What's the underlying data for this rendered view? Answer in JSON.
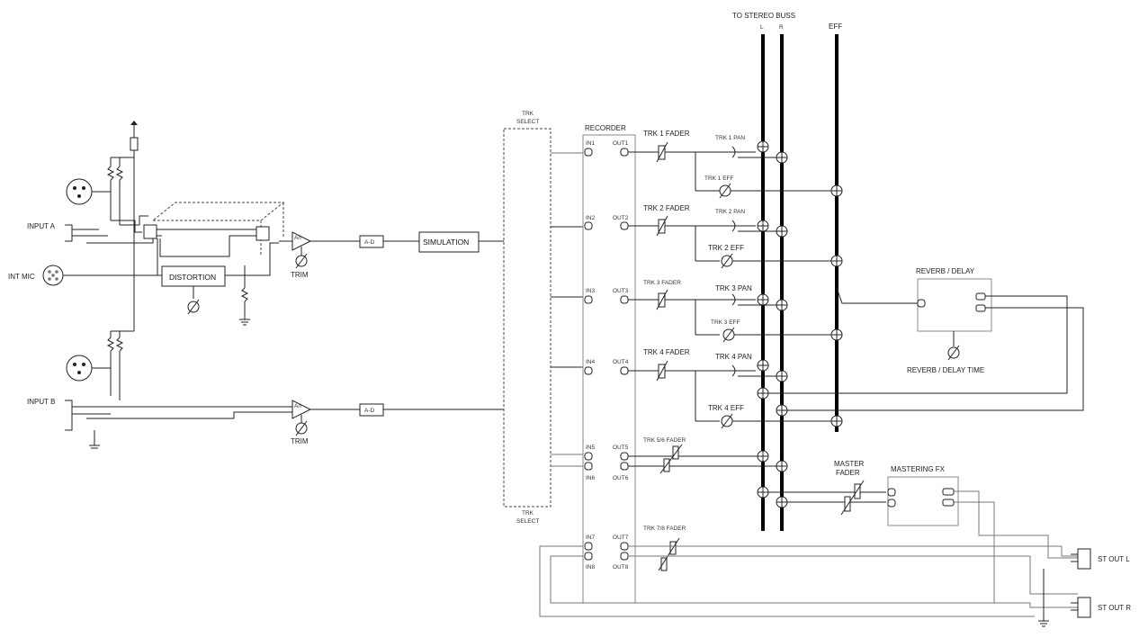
{
  "labels": {
    "to_stereo_buss": "TO STEREO BUSS",
    "bus_l": "L",
    "bus_r": "R",
    "bus_eff": "EFF",
    "input_a": "INPUT A",
    "int_mic": "INT MIC",
    "input_b": "INPUT B",
    "distortion": "DISTORTION",
    "trim_a": "TRIM",
    "trim_b": "TRIM",
    "ad_a": "A-D",
    "ad_b": "A-D",
    "simulation": "SIMULATION",
    "trk_select_1": "TRK",
    "trk_select_2": "SELECT",
    "recorder": "RECORDER",
    "in1": "IN1",
    "in2": "IN2",
    "in3": "IN3",
    "in4": "IN4",
    "in5": "IN5",
    "in6": "IN6",
    "in7": "IN7",
    "in8": "IN8",
    "out1": "OUT1",
    "out2": "OUT2",
    "out3": "OUT3",
    "out4": "OUT4",
    "out5": "OUT5",
    "out6": "OUT6",
    "out7": "OUT7",
    "out8": "OUT8",
    "trk1_fader": "TRK 1 FADER",
    "trk2_fader": "TRK 2 FADER",
    "trk3_fader": "TRK 3 FADER",
    "trk4_fader": "TRK 4 FADER",
    "trk56_fader": "TRK 5/6 FADER",
    "trk78_fader": "TRK 7/8 FADER",
    "trk1_pan": "TRK 1 PAN",
    "trk2_pan": "TRK 2 PAN",
    "trk3_pan": "TRK 3 PAN",
    "trk4_pan": "TRK 4 PAN",
    "trk1_eff": "TRK 1 EFF",
    "trk2_eff": "TRK 2 EFF",
    "trk3_eff": "TRK 3 EFF",
    "trk4_eff": "TRK 4 EFF",
    "reverb_delay": "REVERB / DELAY",
    "reverb_delay_time": "REVERB / DELAY TIME",
    "master_fader_1": "MASTER",
    "master_fader_2": "FADER",
    "mastering_fx": "MASTERING FX",
    "st_out_l": "ST OUT L",
    "st_out_r": "ST OUT R"
  }
}
